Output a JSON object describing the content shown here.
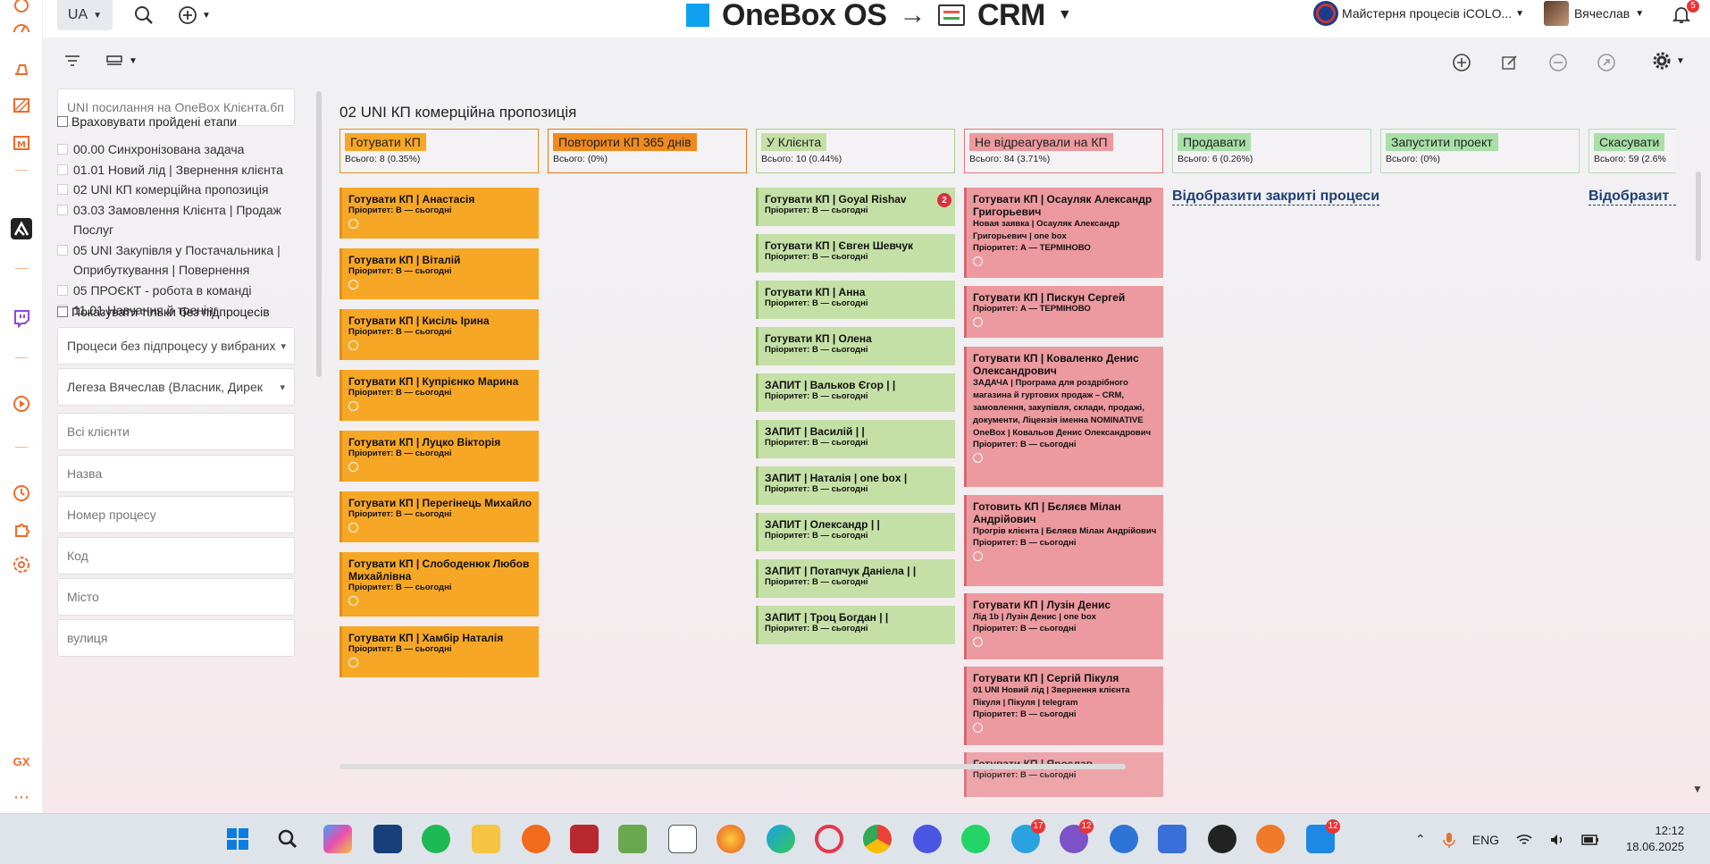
{
  "header": {
    "lang": "UA",
    "brand_name": "OneBox OS",
    "arrow": "→",
    "module": "CRM",
    "company": "Майстерня процесів iCOLO...",
    "user": "Вячеслав",
    "notifications": "5"
  },
  "sidebar": {
    "uni_placeholder": "UNI посилання на OneBox Клієнта.бп",
    "consider_stages": "Враховувати пройдені етапи",
    "processes": [
      "00.00 Синхронізована задача",
      "01.01 Новий лід | Звернення клієнта",
      "02 UNI КП комерційна пропозиція",
      "03.03 Замовлення Клієнта | Продаж Послуг",
      "05 UNI Закупівля у Постачальника | Оприбуткування | Повернення",
      "05 ПРОЄКТ - робота в команді",
      "11.01 Навчання й тренінг"
    ],
    "show_without_sub": "Показувати тільки без підпроцесів",
    "sub_filter": "Процеси без підпроцесу у вибраних",
    "owner_filter": "Легеза Вячеслав (Власник, Дирек",
    "clients_placeholder": "Всі клієнти",
    "name_placeholder": "Назва",
    "number_placeholder": "Номер процесу",
    "code_placeholder": "Код",
    "city_placeholder": "Місто",
    "street_placeholder": "вулиця"
  },
  "board": {
    "title": "02 UNI КП комерційна пропозиція",
    "show_closed": "Відобразити закриті процеси",
    "show_closed_cut": "Відобразит",
    "columns": [
      {
        "title": "Готувати КП",
        "total": "Всього: 8 (0.35%)",
        "color": "#f7a726",
        "border": "#e0901a"
      },
      {
        "title": "Повторити КП 365 днів",
        "total": "Всього: (0%)",
        "color": "#f08a1e",
        "border": "#e07a10"
      },
      {
        "title": "У Клієнта",
        "total": "Всього: 10 (0.44%)",
        "color": "#c5e0a6",
        "border": "#a6cf86"
      },
      {
        "title": "Не відреагували на КП",
        "total": "Всього: 84 (3.71%)",
        "color": "#ec9a9f",
        "border": "#d87a80"
      },
      {
        "title": "Продавати",
        "total": "Всього: 6 (0.26%)",
        "color": "#a8e0a8",
        "border": "#b6dcb6"
      },
      {
        "title": "Запустити проект",
        "total": "Всього: (0%)",
        "color": "#a8e0a8",
        "border": "#b6dcb6"
      },
      {
        "title": "Скасувати",
        "total": "Всього: 59 (2.6%",
        "color": "#a8e0a8",
        "border": "#b6dcb6"
      }
    ],
    "col1_cards": [
      {
        "title": "Готувати КП | Анастасія",
        "prio": "Пріоритет: В — сьогодні"
      },
      {
        "title": "Готувати КП | Віталій",
        "prio": "Пріоритет: В — сьогодні"
      },
      {
        "title": "Готувати КП | Кисіль Ірина",
        "prio": "Пріоритет: В — сьогодні"
      },
      {
        "title": "Готувати КП | Купрієнко Марина",
        "prio": "Пріоритет: В — сьогодні"
      },
      {
        "title": "Готувати КП | Луцко Вікторія",
        "prio": "Пріоритет: В — сьогодні"
      },
      {
        "title": "Готувати КП | Перегінець Михайло",
        "prio": "Пріоритет: В — сьогодні"
      },
      {
        "title": "Готувати КП | Слободенюк Любов Михайлівна",
        "prio": "Пріоритет: В — сьогодні"
      },
      {
        "title": "Готувати КП | Хамбір Наталія",
        "prio": "Пріоритет: В — сьогодні"
      }
    ],
    "col3_cards": [
      {
        "title": "Готувати КП | Goyal Rishav",
        "prio": "Пріоритет: В — сьогодні",
        "badge": "2"
      },
      {
        "title": "Готувати КП | Євген Шевчук",
        "prio": "Пріоритет: В — сьогодні"
      },
      {
        "title": "Готувати КП | Анна",
        "prio": "Пріоритет: В — сьогодні"
      },
      {
        "title": "Готувати КП | Олена",
        "prio": "Пріоритет: В — сьогодні"
      },
      {
        "title": "ЗАПИТ | Вальков Єгор | |",
        "prio": "Пріоритет: В — сьогодні"
      },
      {
        "title": "ЗАПИТ | Василій | |",
        "prio": "Пріоритет: В — сьогодні"
      },
      {
        "title": "ЗАПИТ | Наталія | one box |",
        "prio": "Пріоритет: В — сьогодні"
      },
      {
        "title": "ЗАПИТ | Олександр | |",
        "prio": "Пріоритет: В — сьогодні"
      },
      {
        "title": "ЗАПИТ | Потапчук Даніела | |",
        "prio": "Пріоритет: В — сьогодні"
      },
      {
        "title": "ЗАПИТ | Троц Богдан | |",
        "prio": "Пріоритет: В — сьогодні"
      }
    ],
    "col4_cards": [
      {
        "title": "Готувати КП | Осауляк Александр Григорьевич",
        "desc": "Новая заявка | Осауляк Александр Григорьевич | one box",
        "prio": "Пріоритет: А — ТЕРМІНОВО"
      },
      {
        "title": "Готувати КП | Пискун Сергей",
        "desc": "",
        "prio": "Пріоритет: А — ТЕРМІНОВО"
      },
      {
        "title": "Готувати КП | Коваленко Денис Олександрович",
        "desc": "ЗАДАЧА | Програма для роздрібного магазина й гуртових продаж – CRM, замовлення, закупівля, склади, продажі, документи, Ліцензія іменна NOMINATIVE OneBox | Ковальов Денис Олександрович",
        "prio": "Пріоритет: В — сьогодні"
      },
      {
        "title": "Готовить КП | Бєляєв Мілан Андрійович",
        "desc": "Прогрів клієнта | Бєляєв Мілан Андрійович",
        "prio": "Пріоритет: В — сьогодні"
      },
      {
        "title": "Готувати КП | Лузін Денис",
        "desc": "Лід 1b | Лузін Денис | one box",
        "prio": "Пріоритет: В — сьогодні"
      },
      {
        "title": "Готувати КП | Сергій Пікуля",
        "desc": "01 UNI Новий лід | Звернення клієнта Пікуля | Пікуля | telegram",
        "prio": "Пріоритет: В — сьогодні"
      },
      {
        "title": "Готувати КП | Ярослав",
        "desc": "",
        "prio": "Пріоритет: В — сьогодні"
      }
    ]
  },
  "taskbar": {
    "badges": {
      "telegram": "17",
      "viber": "12",
      "app": "12"
    },
    "lang": "ENG",
    "time": "12:12",
    "date": "18.06.2025"
  },
  "colors": {
    "accent": "#f06a2a",
    "brand_blue": "#10a0f0",
    "link": "#1c3f78"
  }
}
